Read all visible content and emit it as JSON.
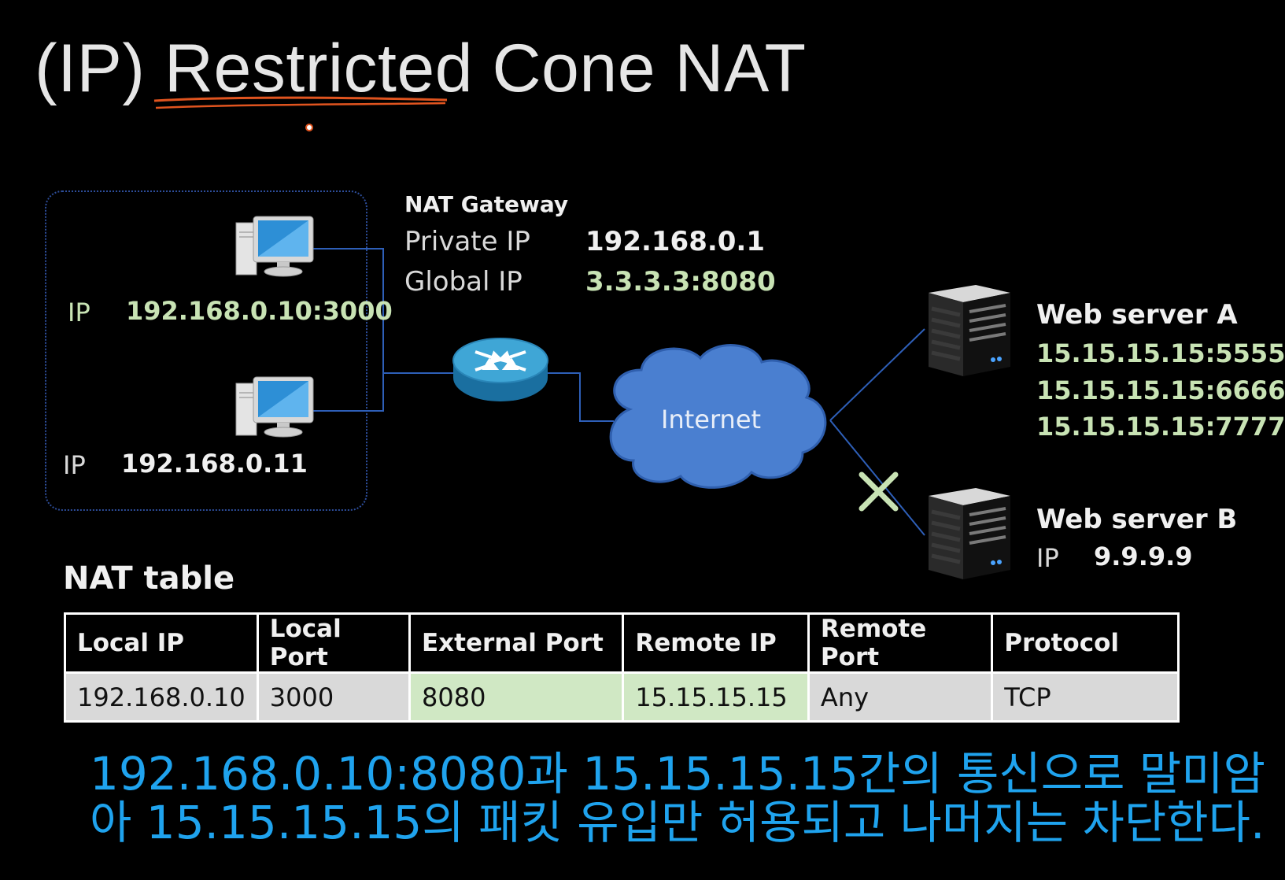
{
  "title": "(IP) Restricted Cone NAT",
  "gateway": {
    "title": "NAT Gateway",
    "private_ip_label": "Private IP",
    "private_ip": "192.168.0.1",
    "global_ip_label": "Global IP",
    "global_ip": "3.3.3.3:8080"
  },
  "hosts": [
    {
      "ip_label": "IP",
      "ip": "192.168.0.10:3000"
    },
    {
      "ip_label": "IP",
      "ip": "192.168.0.11"
    }
  ],
  "internet": {
    "label": "Internet"
  },
  "servers": {
    "a": {
      "title": "Web server A",
      "ips": [
        "15.15.15.15:5555",
        "15.15.15.15:6666",
        "15.15.15.15:7777"
      ]
    },
    "b": {
      "title": "Web server B",
      "ip_label": "IP",
      "ip": "9.9.9.9"
    }
  },
  "nat_table": {
    "title": "NAT table",
    "columns": [
      "Local IP",
      "Local Port",
      "External Port",
      "Remote IP",
      "Remote Port",
      "Protocol"
    ],
    "rows": [
      [
        "192.168.0.10",
        "3000",
        "8080",
        "15.15.15.15",
        "Any",
        "TCP"
      ]
    ]
  },
  "caption": {
    "line1": "192.168.0.10:8080과 15.15.15.15간의 통신으로 말미암",
    "line2": "아 15.15.15.15의 패킷 유입만 허용되고 나머지는 차단한다."
  },
  "colors": {
    "highlight_text": "#c8e3b4",
    "caption": "#1fa3ee",
    "cloud": "#4a7fd0",
    "annotation_underline": "#e0541f",
    "blocked_x": "#c8e3b4"
  }
}
